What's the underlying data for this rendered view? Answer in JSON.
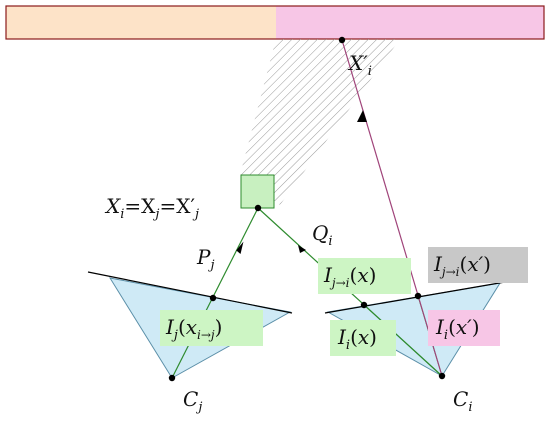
{
  "colors": {
    "strip_left": "#fde3c8",
    "strip_right": "#f7c6e6",
    "strip_border": "#8b1a1a",
    "camera_fill": "#cfeaf6",
    "camera_stroke": "#5b8fa8",
    "green_line": "#2e8b2e",
    "green_box": "#c8f0c0",
    "purple_line": "#a0447a",
    "label_green_bg": "#cdf5c4",
    "label_pink_bg": "#f7c6e6",
    "label_gray_bg": "#c8c8c8"
  },
  "labels": {
    "Xi_prime": "X′",
    "Xi_prime_sub": "i",
    "X_equal_lhs": "X",
    "X_equal_rhs": "= X",
    "P_j": "P",
    "Q_i": "Q",
    "C_j": "C",
    "C_i": "C",
    "I_j_x_ij": "I",
    "I_i_x": "I",
    "I_j_to_i_x": "I",
    "I_j_to_i_xprime": "I",
    "I_i_xprime": "I"
  }
}
